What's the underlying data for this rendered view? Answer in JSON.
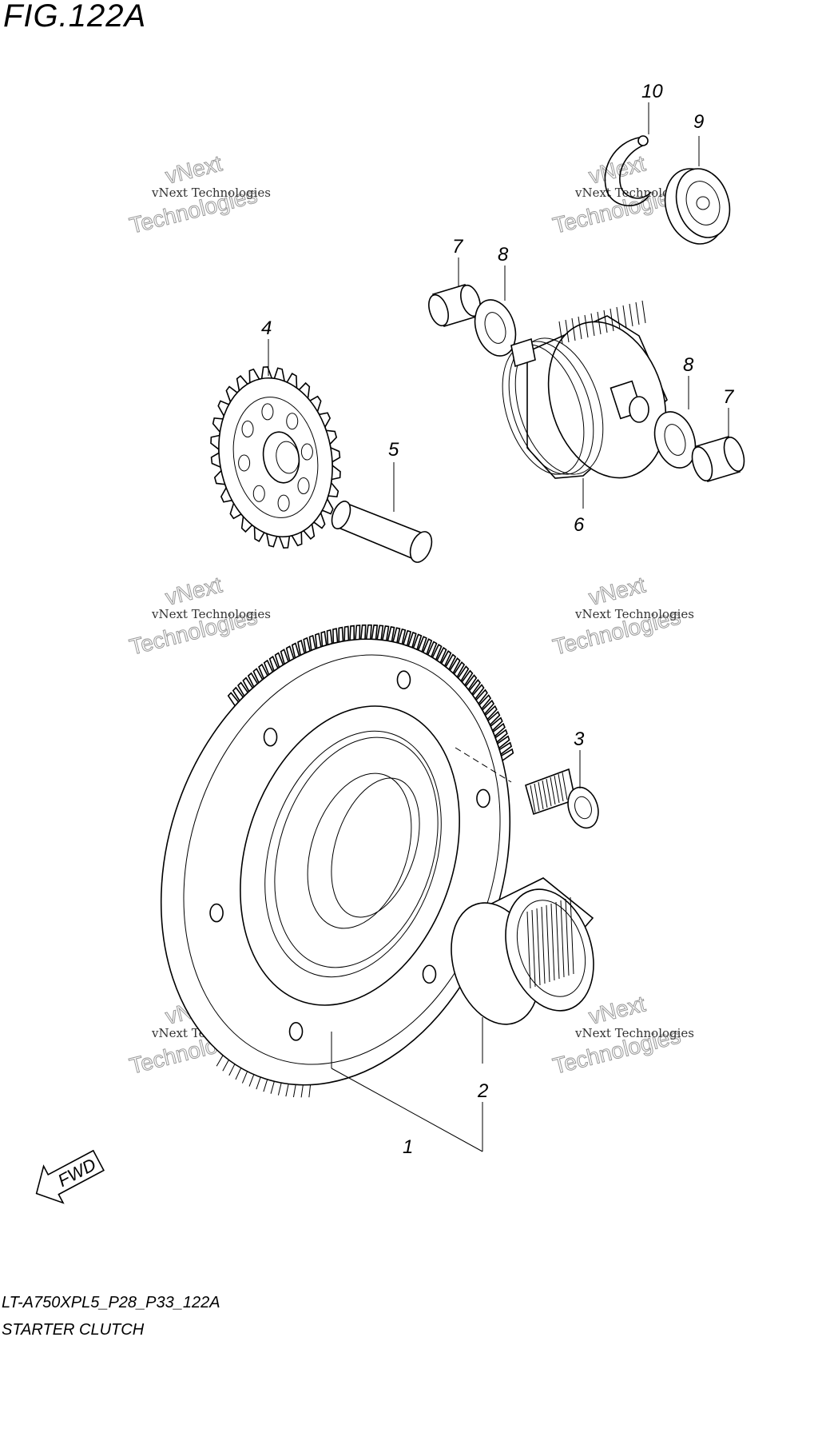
{
  "figure": {
    "title": "FIG.122A",
    "code": "LT-A750XPL5_P28_P33_122A",
    "name": "STARTER CLUTCH",
    "fwd_label": "FWD"
  },
  "callouts": [
    "1",
    "2",
    "3",
    "4",
    "5",
    "6",
    "7",
    "8",
    "8",
    "7",
    "9",
    "10"
  ],
  "watermark": {
    "line1": "vNext Technologies",
    "line2": "vNext",
    "line3": "Technologies"
  }
}
